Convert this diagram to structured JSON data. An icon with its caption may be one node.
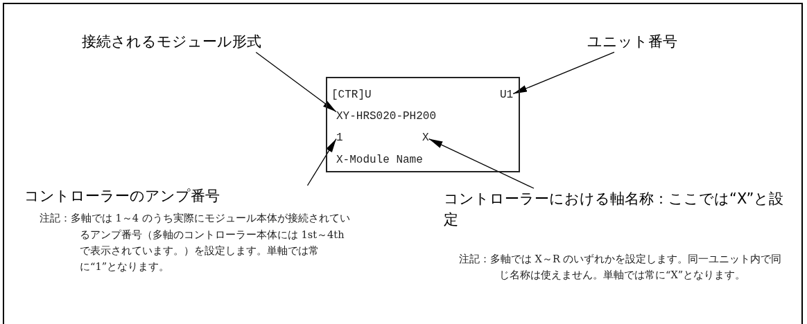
{
  "diagram": {
    "nodes": [
      {
        "text": [],
        "shape": "box"
      },
      {
        "text": [
          "[CTR]U"
        ],
        "in": 0
      },
      {
        "text": [
          "U1"
        ],
        "in": 0
      },
      {
        "text": [
          "XY-HRS020-PH200"
        ],
        "in": 0
      },
      {
        "text": [
          "1"
        ],
        "in": 0
      },
      {
        "text": [
          "X"
        ],
        "in": 0
      },
      {
        "text": [
          "X-Module Name"
        ],
        "in": 0
      },
      {
        "text": [
          "接続されるモジュール形式"
        ]
      },
      {
        "text": [
          "ユニット番号"
        ]
      },
      {
        "text": [
          "コントローラーのアンプ番号",
          "注記：多軸では 1～4 のうち実際にモジュール本体が接続されているアンプ番号（多軸のコントローラー本体には 1st～4th で表示されています。）を設定します。単軸では常に“1”となります。"
        ]
      },
      {
        "text": [
          "コントローラーにおける軸名称：ここでは“X”と設定",
          "注記：多軸では X～R のいずれかを設定します。同一ユニット内で同じ名称は使えません。単軸では常に“X”となります。"
        ]
      }
    ],
    "edges": [
      {
        "from": 7,
        "to": 3,
        "arrow": "to"
      },
      {
        "from": 8,
        "to": 2,
        "arrow": "to"
      },
      {
        "from": 9,
        "to": 4,
        "arrow": "to"
      },
      {
        "from": 10,
        "to": 5,
        "arrow": "to"
      }
    ]
  }
}
